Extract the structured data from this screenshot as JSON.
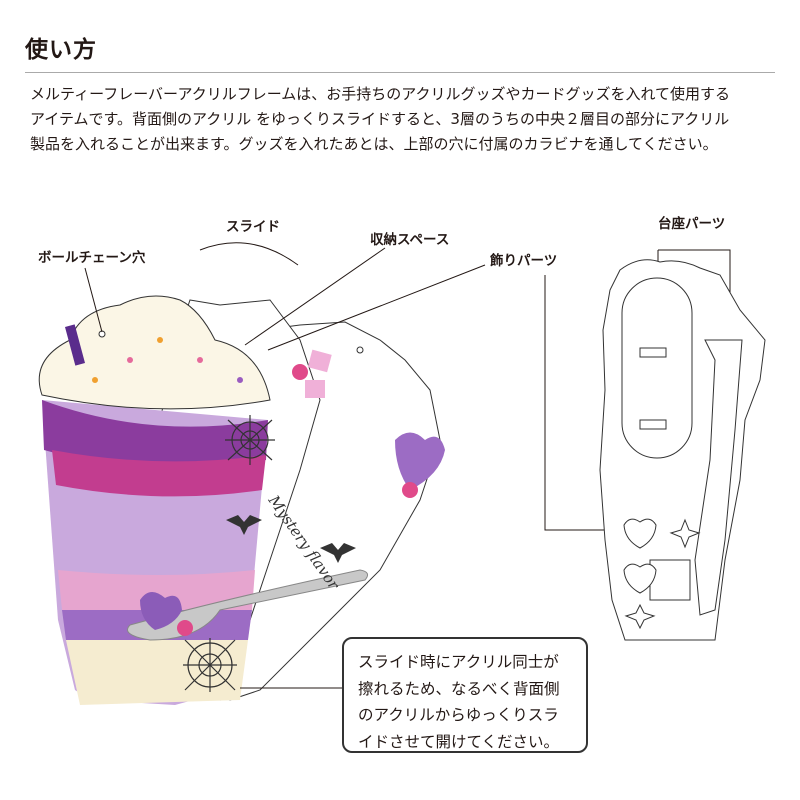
{
  "header": {
    "title": "使い方"
  },
  "description": {
    "lines": [
      "メルティーフレーバーアクリルフレームは、お手持ちのアクリルグッズやカードグッズを入れて使用する",
      "アイテムです。背面側のアクリル をゆっくりスライドすると、3層のうちの中央２層目の部分にアクリル",
      "製品を入れることが出来ます。グッズを入れたあとは、上部の穴に付属のカラビナを通してください。"
    ]
  },
  "diagram": {
    "labels": {
      "ball_chain_hole": "ボールチェーン穴",
      "slide": "スライド",
      "storage_space": "収納スペース",
      "decoration_parts": "飾りパーツ",
      "base_parts": "台座パーツ"
    },
    "decorative_lettering": "Mystery flavor",
    "colors": {
      "purple": "#7b3fa0",
      "magenta": "#b4288a",
      "lavender": "#c8a8d8",
      "cream": "#f8f2dc",
      "pink": "#e04a8a"
    }
  },
  "callout": {
    "lines": [
      "スライド時にアクリル同士が",
      "擦れるため、なるべく背面側",
      "のアクリルからゆっくりスラ",
      "イドさせて開けてください。"
    ]
  }
}
